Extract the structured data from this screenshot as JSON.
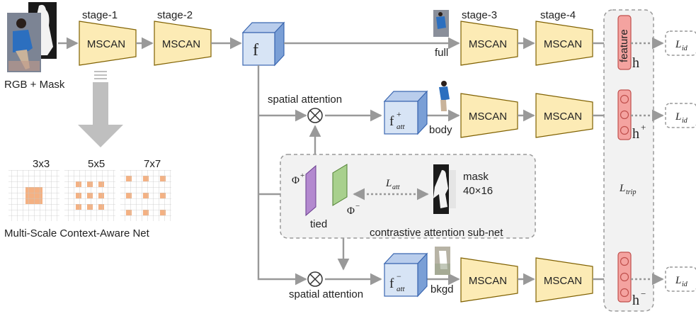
{
  "input": {
    "caption": "RGB + Mask"
  },
  "stages": {
    "s1": "stage-1",
    "s2": "stage-2",
    "s3": "stage-3",
    "s4": "stage-4"
  },
  "module_label": "MSCAN",
  "feature_map": "f",
  "branches": {
    "full": {
      "label": "full",
      "h": "h"
    },
    "body": {
      "label": "body",
      "h": "h",
      "h_sup": "+",
      "f_sup": "+",
      "f_sub": "att"
    },
    "bkgd": {
      "label": "bkgd",
      "h": "h",
      "h_sup": "−",
      "f_sup": "−",
      "f_sub": "att"
    }
  },
  "feature_box": "feature",
  "loss": {
    "L": "L",
    "id_sub": "id",
    "trip_sub": "trip",
    "att_sub": "att"
  },
  "attention": {
    "spatial_top": "spatial attention",
    "spatial_bottom": "spatial attention",
    "phi": "Φ",
    "phi_plus": "+",
    "phi_minus": "−",
    "tied": "tied",
    "mask_label": "mask",
    "mask_size": "40×16",
    "subnet_label": "contrastive attention sub-net"
  },
  "kernels": [
    "3x3",
    "5x5",
    "7x7"
  ],
  "mscan_caption": "Multi-Scale Context-Aware Net",
  "colors": {
    "mscan_fill": "#fcebb5",
    "cube_front": "#d7e4f5",
    "cube_top": "#b9cdec",
    "cube_side": "#7a9fd6",
    "cube_edge": "#3b67b0",
    "feature_fill": "#f4a3a0",
    "feature_edge": "#c0504d",
    "phi_plus": "#b389cf",
    "phi_minus": "#a8d08d",
    "kernel_cell": "#f4b183",
    "arrow": "#999999"
  }
}
